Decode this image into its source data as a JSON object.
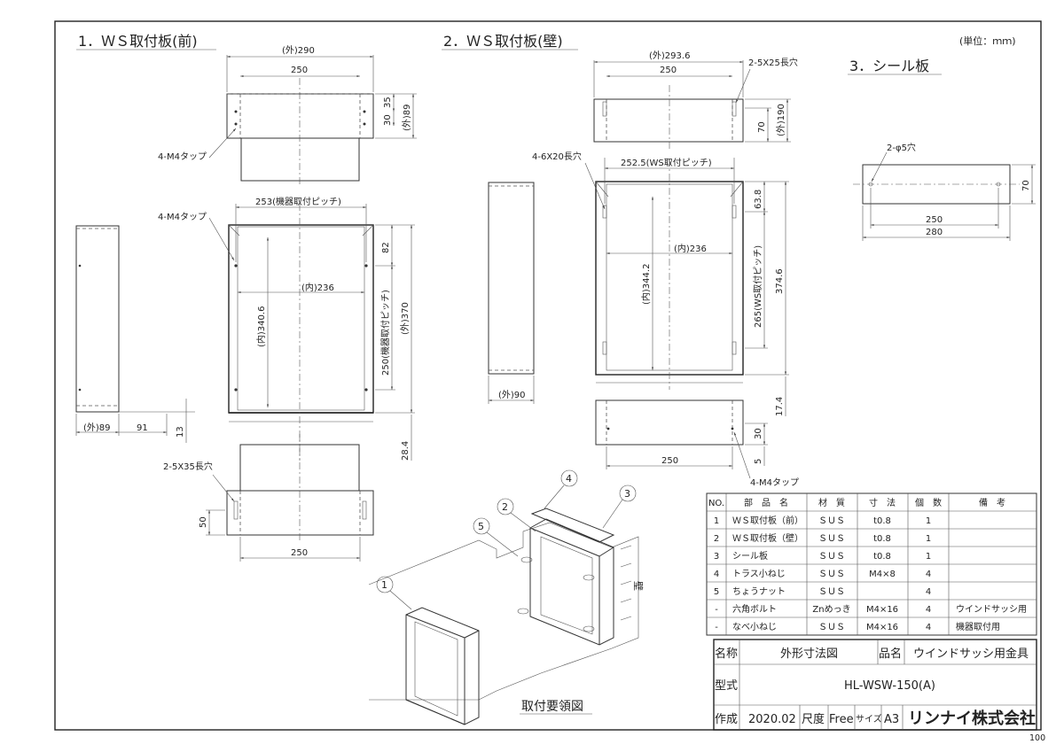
{
  "unit_label": "(単位：ｍｍ)",
  "sections": {
    "front": "1．ＷＳ取付板(前)",
    "wall": "2．ＷＳ取付板(壁)",
    "seal": "3．シール板"
  },
  "front_dims": {
    "outer_width": "(外)290",
    "w250_top": "250",
    "d35": "35",
    "d30": "30",
    "outer_h89": "(外)89",
    "tap_top": "4-M4タップ",
    "pitch253": "253(機器取付ピッチ)",
    "tap_mid": "4-M4タップ",
    "d82": "82",
    "inner236": "(内)236",
    "inner340": "(内)340.6",
    "pitch250": "250(機器取付ピッチ)",
    "outer370": "(外)370",
    "side_outer89": "(外)89",
    "side91": "91",
    "d13": "13",
    "d28_4": "28.4",
    "slot_2_5x35": "2-5X35長穴",
    "d50": "50",
    "w250_bottom": "250"
  },
  "wall_dims": {
    "outer293": "(外)293.6",
    "w250_top": "250",
    "slot_2_5x25": "2-5X25長穴",
    "d70": "70",
    "outer190": "(外)190",
    "slot_4_6x20": "4-6X20長穴",
    "pitch252": "252.5(WS取付ピッチ)",
    "d63_8": "63.8",
    "inner236": "(内)236",
    "inner344": "(内)344.2",
    "pitch265": "265(WS取付ピッチ)",
    "d374": "374.6",
    "side_outer90": "(外)90",
    "d17_4": "17.4",
    "d30": "30",
    "d5": "5",
    "w250_bottom": "250",
    "tap_bottom": "4-M4タップ"
  },
  "seal_dims": {
    "holes": "2-φ5穴",
    "d70": "70",
    "w250": "250",
    "w280": "280"
  },
  "assembly": {
    "caption": "取付要領図",
    "wall_label": "壁",
    "balloons": [
      "1",
      "2",
      "3",
      "4",
      "5"
    ]
  },
  "parts_table": {
    "headers": [
      "NO.",
      "部　品　名",
      "材　質",
      "寸　法",
      "個　数",
      "備　考"
    ],
    "rows": [
      [
        "1",
        "ＷＳ取付板（前）",
        "ＳＵＳ",
        "t0.8",
        "1",
        ""
      ],
      [
        "2",
        "ＷＳ取付板（壁）",
        "ＳＵＳ",
        "t0.8",
        "1",
        ""
      ],
      [
        "3",
        "シール板",
        "ＳＵＳ",
        "t0.8",
        "1",
        ""
      ],
      [
        "4",
        "トラス小ねじ",
        "ＳＵＳ",
        "M4×8",
        "4",
        ""
      ],
      [
        "5",
        "ちょうナット",
        "ＳＵＳ",
        "",
        "4",
        ""
      ],
      [
        "-",
        "六角ボルト",
        "Znめっき",
        "M4×16",
        "4",
        "ウインドサッシ用"
      ],
      [
        "-",
        "なべ小ねじ",
        "ＳＵＳ",
        "M4×16",
        "4",
        "機器取付用"
      ]
    ]
  },
  "title_block": {
    "name_label": "名称",
    "name_value": "外形寸法図",
    "product_label": "品名",
    "product_value": "ウインドサッシ用金具",
    "model_label": "型式",
    "model_value": "HL-WSW-150(A)",
    "made_label": "作成",
    "made_value": "2020.02",
    "scale_label": "尺度",
    "scale_value": "Free",
    "size_label": "サイズ",
    "size_value": "A3",
    "company": "リンナイ株式会社"
  },
  "page_number": "100"
}
